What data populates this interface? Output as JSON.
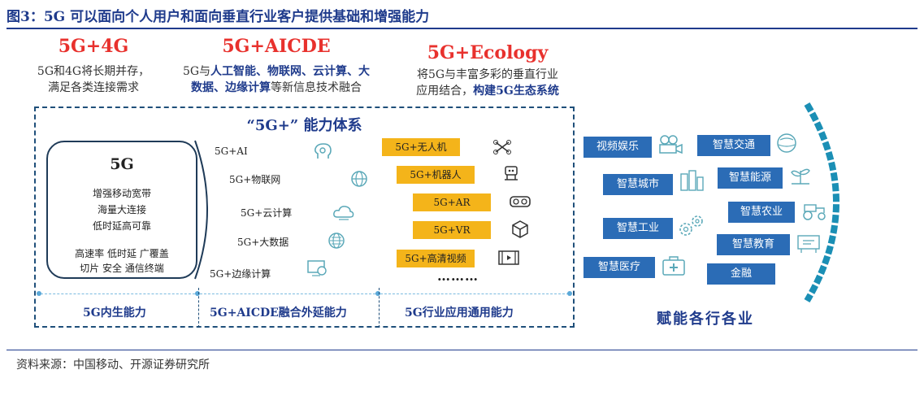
{
  "figure_title": "图3：5G 可以面向个人用户和面向垂直行业客户提供基础和增强能力",
  "source": "资料来源：中国移动、开源证券研究所",
  "headers": [
    {
      "title": "5G+4G",
      "desc_plain": [
        "5G和4G将长期并存，",
        "满足各类连接需求"
      ]
    },
    {
      "title": "5G+AICDE"
    },
    {
      "title": "5G+Ecology"
    }
  ],
  "aicde_desc": {
    "p1": "5G与",
    "b1": "人工智能、物联网、云计算、大",
    "b2": "数据、边缘计算",
    "p2": "等新信息技术融合"
  },
  "eco_desc": {
    "l1": "将5G与丰富多彩的垂直行业",
    "l2a": "应用结合，",
    "l2b": "构建5G生态系统"
  },
  "system_title": "“5G+” 能力体系",
  "core": {
    "title": "5G",
    "lines": [
      "增强移动宽带",
      "海量大连接",
      "低时延高可靠"
    ],
    "features": [
      "高速率  低时延  广覆盖",
      "切片  安全  通信终端"
    ]
  },
  "extensions": [
    "5G+AI",
    "5G+物联网",
    "5G+云计算",
    "5G+大数据",
    "5G+边缘计算"
  ],
  "apps": [
    "5G+无人机",
    "5G+机器人",
    "5G+AR",
    "5G+VR",
    "5G+高清视频"
  ],
  "apps_more": "………",
  "industries": [
    "视频娱乐",
    "智慧交通",
    "智慧城市",
    "智慧能源",
    "智慧工业",
    "智慧农业",
    "智慧教育",
    "智慧医疗",
    "金融"
  ],
  "bottom_labels": [
    "5G内生能力",
    "5G+AICDE融合外延能力",
    "5G行业应用通用能力"
  ],
  "empower_label": "赋能各行各业",
  "colors": {
    "title_blue": "#1f3b8c",
    "red": "#e8312d",
    "yellow": "#f4b41a",
    "industry_blue": "#2b6cb6",
    "icon_teal": "#5aa8b8"
  }
}
